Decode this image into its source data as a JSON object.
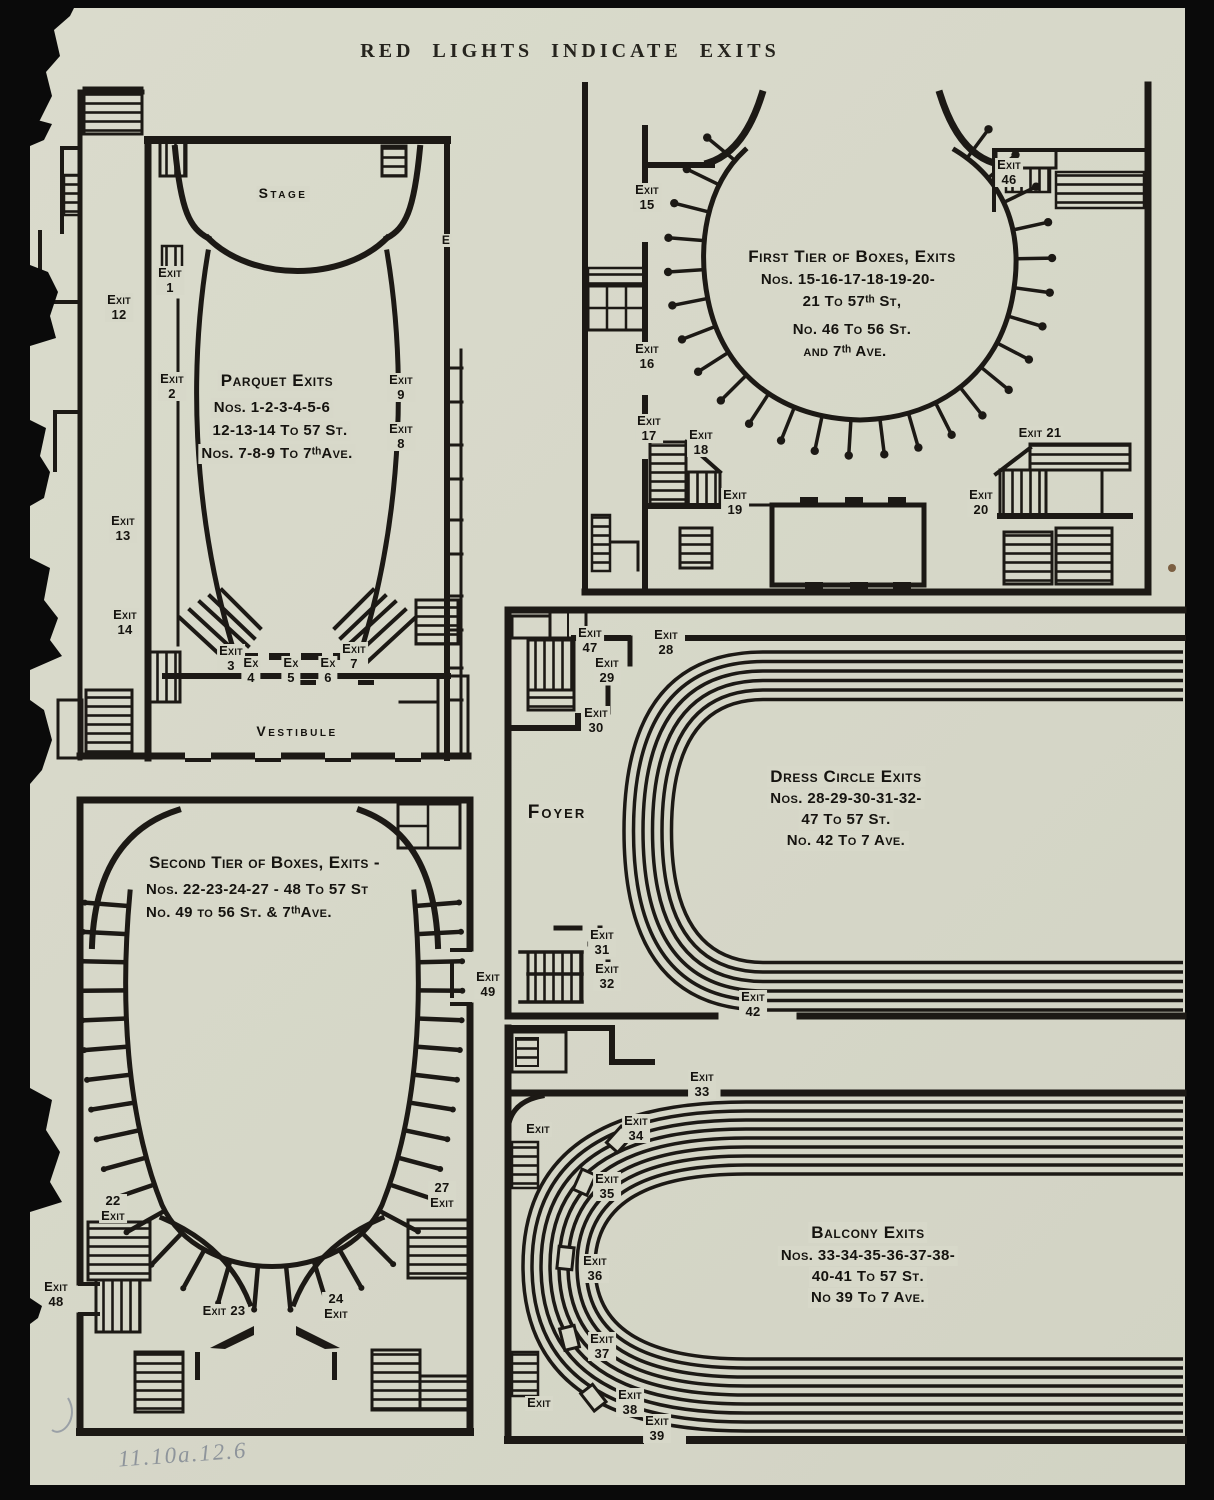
{
  "page": {
    "title": "RED LIGHTS INDICATE EXITS",
    "handwritten_note": "11.10a.12.6"
  },
  "parquet": {
    "stage": "Stage",
    "vestibule": "Vestibule",
    "heading": "Parquet Exits",
    "line1": "Nos. 1-2-3-4-5-6",
    "line2": "12-13-14 To 57 St.",
    "line3": "Nos. 7-8-9 To 7ᵗʰAve.",
    "wall_mark": "E"
  },
  "first_tier": {
    "heading": "First Tier of Boxes, Exits",
    "line1": "Nos. 15-16-17-18-19-20-",
    "line2": "21 To 57ᵗʰ St,",
    "line3": "No. 46 To 56 St.",
    "line4": "and 7ᵗʰ Ave."
  },
  "second_tier": {
    "heading": "Second Tier of Boxes, Exits -",
    "line1": "Nos. 22-23-24-27 - 48 To 57 St",
    "line2": "No. 49 to 56 St. & 7ᵗʰAve."
  },
  "dress_circle": {
    "heading": "Dress Circle Exits",
    "line1": "Nos. 28-29-30-31-32-",
    "line2": "47 To 57 St.",
    "line3": "No. 42 To 7 Ave.",
    "foyer": "Foyer"
  },
  "balcony": {
    "heading": "Balcony Exits",
    "line1": "Nos. 33-34-35-36-37-38-",
    "line2": "40-41 To 57 St.",
    "line3": "No 39 To 7 Ave."
  },
  "exits": {
    "p1": "Exit\n1",
    "p2": "Exit\n2",
    "p3": "Exit\n3",
    "p4": "Ex\n4",
    "p5": "Ex\n5",
    "p6": "Ex\n6",
    "p7": "Exit\n7",
    "p8": "Exit\n8",
    "p9": "Exit\n9",
    "p12": "Exit\n12",
    "p13": "Exit\n13",
    "p14": "Exit\n14",
    "f15": "Exit\n15",
    "f16": "Exit\n16",
    "f17": "Exit\n17",
    "f18": "Exit\n18",
    "f19": "Exit\n19",
    "f20": "Exit\n20",
    "f21": "Exit 21",
    "f46": "Exit\n46",
    "s22": "22\nExit",
    "s23": "Exit 23",
    "s24": "24\nExit",
    "s27": "27\nExit",
    "s48": "Exit\n48",
    "s49": "Exit\n49",
    "d28": "Exit\n28",
    "d29": "Exit\n29",
    "d30": "Exit\n30",
    "d31": "Exit\n31",
    "d32": "Exit\n32",
    "d42": "Exit\n42",
    "d47": "Exit\n47",
    "b33": "Exit\n33",
    "b34": "Exit\n34",
    "b35": "Exit\n35",
    "b36": "Exit\n36",
    "b37": "Exit\n37",
    "b38": "Exit\n38",
    "b39": "Exit\n39",
    "b_upper": "Exit",
    "b_lower": "Exit"
  }
}
